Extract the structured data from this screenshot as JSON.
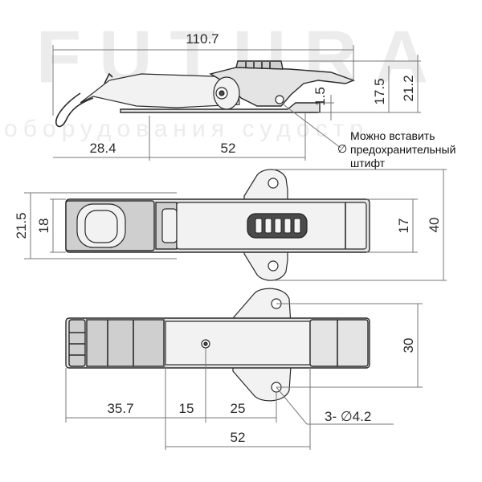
{
  "watermark": {
    "brand": "FUTURA",
    "tagline": "оборудования судостр"
  },
  "dimensions": {
    "side_total_length": "110.7",
    "side_height_total": "21.2",
    "side_height_body": "17.5",
    "side_offset": "1.5",
    "side_hook_length": "28.4",
    "side_body_length": "52",
    "top_outer_width": "21.5",
    "top_inner_width": "18",
    "top_body_width": "17",
    "top_plate_width": "40",
    "bottom_plate_height": "30",
    "bottom_hook_length": "35.7",
    "bottom_pivot_offset": "15",
    "bottom_hole_offset": "25",
    "bottom_body_length": "52",
    "hole_spec": "3- ∅4.2"
  },
  "note": {
    "symbol": "∅",
    "line1": "Можно вставить",
    "line2": "предохранительный",
    "line3": "штифт"
  }
}
